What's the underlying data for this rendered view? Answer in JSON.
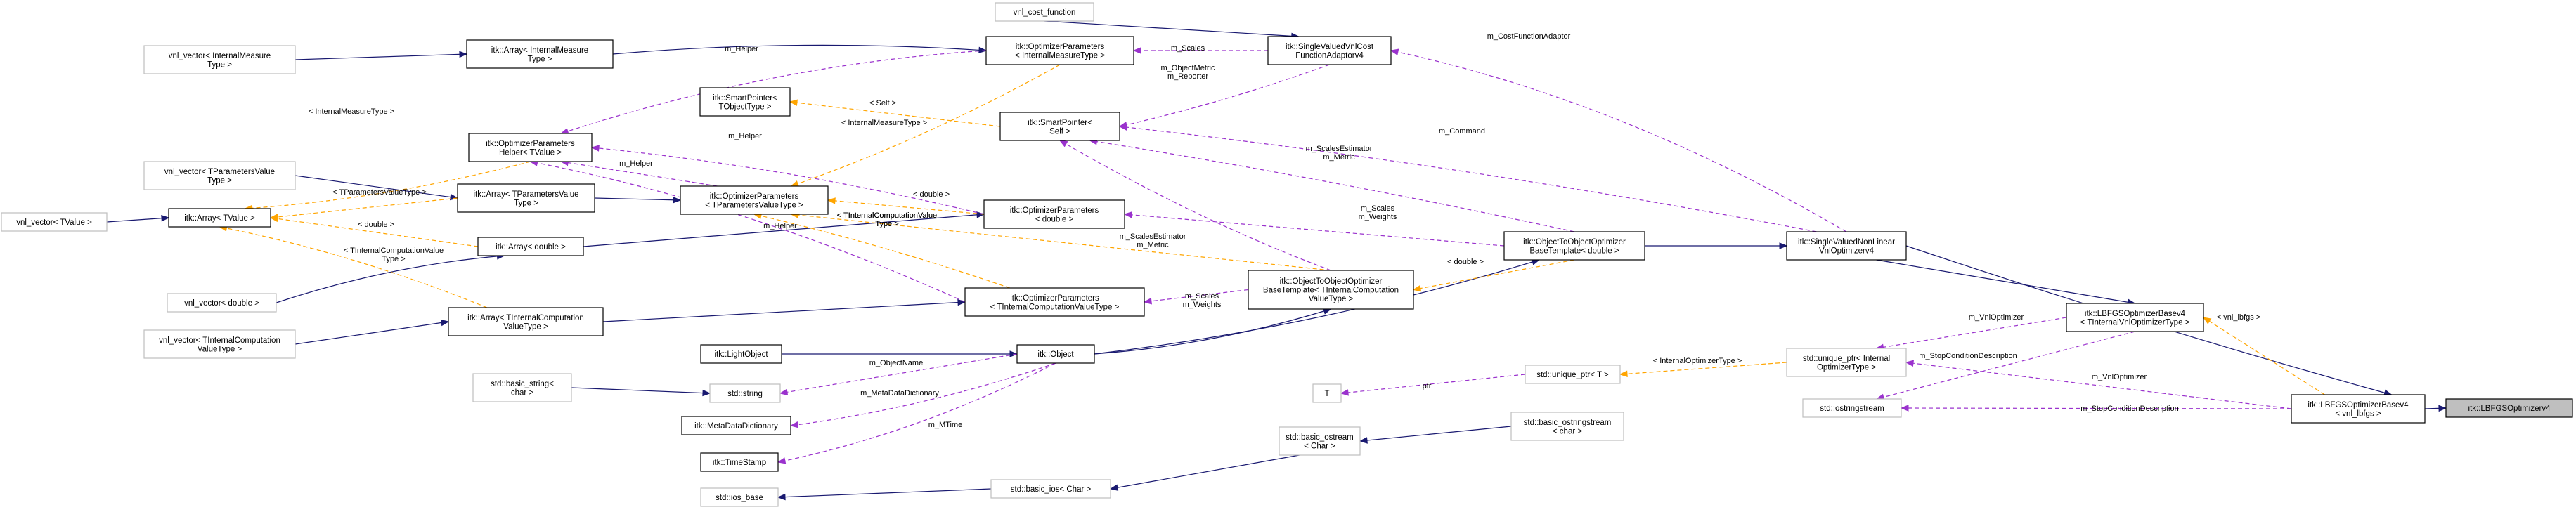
{
  "nodes": {
    "vnl_cost_function": [
      "vnl_cost_function"
    ],
    "vnl_vector_imt": [
      "vnl_vector< InternalMeasure",
      "Type >"
    ],
    "vnl_vector_tpv": [
      "vnl_vector< TParametersValue",
      "Type >"
    ],
    "vnl_vector_tvalue": [
      "vnl_vector< TValue >"
    ],
    "vnl_vector_double": [
      "vnl_vector< double >"
    ],
    "vnl_vector_ticvt": [
      "vnl_vector< TInternalComputation",
      "ValueType >"
    ],
    "array_imt": [
      "itk::Array< InternalMeasure",
      "Type >"
    ],
    "opt_params_helper": [
      "itk::OptimizerParameters",
      "Helper< TValue >"
    ],
    "array_tvalue": [
      "itk::Array< TValue >"
    ],
    "array_tpv": [
      "itk::Array< TParametersValue",
      "Type >"
    ],
    "array_double": [
      "itk::Array< double >"
    ],
    "array_ticvt": [
      "itk::Array< TInternalComputation",
      "ValueType >"
    ],
    "smartptr_tobject": [
      "itk::SmartPointer<",
      "TObjectType >"
    ],
    "opt_params_imt": [
      "itk::OptimizerParameters",
      "< InternalMeasureType >"
    ],
    "smartptr_self": [
      "itk::SmartPointer<",
      "Self >"
    ],
    "opt_params_tpv": [
      "itk::OptimizerParameters",
      "< TParametersValueType >"
    ],
    "opt_params_double": [
      "itk::OptimizerParameters",
      "< double >"
    ],
    "opt_params_ticvt": [
      "itk::OptimizerParameters",
      "< TInternalComputationValueType >"
    ],
    "light_object": [
      "itk::LightObject"
    ],
    "basic_string": [
      "std::basic_string<",
      "char >"
    ],
    "std_string": [
      "std::string"
    ],
    "meta_data_dict": [
      "itk::MetaDataDictionary"
    ],
    "time_stamp": [
      "itk::TimeStamp"
    ],
    "ios_base": [
      "std::ios_base"
    ],
    "itk_object": [
      "itk::Object"
    ],
    "basic_ostream": [
      "std::basic_ostream",
      "< Char >"
    ],
    "basic_ios": [
      "std::basic_ios< Char >"
    ],
    "svvcfa": [
      "itk::SingleValuedVnlCost",
      "FunctionAdaptorv4"
    ],
    "o2o_ticvt": [
      "itk::ObjectToObjectOptimizer",
      "BaseTemplate< TInternalComputation",
      "ValueType >"
    ],
    "o2o_double": [
      "itk::ObjectToObjectOptimizer",
      "BaseTemplate< double >"
    ],
    "T": [
      "T"
    ],
    "unique_ptr_t": [
      "std::unique_ptr< T >"
    ],
    "basic_ostringstream": [
      "std::basic_ostringstream",
      "< char >"
    ],
    "svnlv4": [
      "itk::SingleValuedNonLinear",
      "VnlOptimizerv4"
    ],
    "unique_ptr_internal": [
      "std::unique_ptr< Internal",
      "OptimizerType >"
    ],
    "ostringstream": [
      "std::ostringstream"
    ],
    "lbfgs_base_ticvt": [
      "itk::LBFGSOptimizerBasev4",
      "< TInternalVnlOptimizerType >"
    ],
    "lbfgs_base_vnl": [
      "itk::LBFGSOptimizerBasev4",
      "< vnl_lbfgs >"
    ],
    "lbfgs_v4": [
      "itk::LBFGSOptimizerv4"
    ]
  },
  "edge_labels": {
    "m_helper_1": "m_Helper",
    "internal_measure_type_1": "< InternalMeasureType >",
    "m_scales_1": "m_Scales",
    "m_cost_function_adaptor": "m_CostFunctionAdaptor",
    "m_object_metric": [
      "m_ObjectMetric",
      "m_Reporter"
    ],
    "self": "< Self >",
    "internal_measure_type_2": "< InternalMeasureType >",
    "m_command": "m_Command",
    "m_helper_2": "m_Helper",
    "m_helper_3": "m_Helper",
    "tparameters_value_type": "< TParametersValueType >",
    "double_1": "< double >",
    "double_2": "< double >",
    "double_3": "< double >",
    "double_4": "< double >",
    "m_scales_estimator_1": [
      "m_ScalesEstimator",
      "m_Metric"
    ],
    "m_scales_estimator_2": [
      "m_ScalesEstimator",
      "m_Metric"
    ],
    "m_scales_weights_1": [
      "m_Scales",
      "m_Weights"
    ],
    "m_scales_weights_2": [
      "m_Scales",
      "m_Weights"
    ],
    "ticvt_1": [
      "< TInternalComputationValue",
      "Type >"
    ],
    "ticvt_2": [
      "< TInternalComputationValue",
      "Type >"
    ],
    "m_helper_4": "m_Helper",
    "m_vnl_optimizer_1": "m_VnlOptimizer",
    "m_vnl_optimizer_2": "m_VnlOptimizer",
    "m_stop_condition_1": "m_StopConditionDescription",
    "m_stop_condition_2": "m_StopConditionDescription",
    "vnl_lbfgs": "< vnl_lbfgs >",
    "internal_optimizer_type": "< InternalOptimizerType >",
    "ptr": "ptr",
    "m_object_name": "m_ObjectName",
    "m_meta_data_dictionary": "m_MetaDataDictionary",
    "m_mtime": "m_MTime"
  },
  "colors": {
    "inheritance": "#191970",
    "member": "#9a32cd",
    "template": "#ffa500",
    "focus_fill": "#bfbfbf",
    "external_border": "#bfbfbf"
  }
}
